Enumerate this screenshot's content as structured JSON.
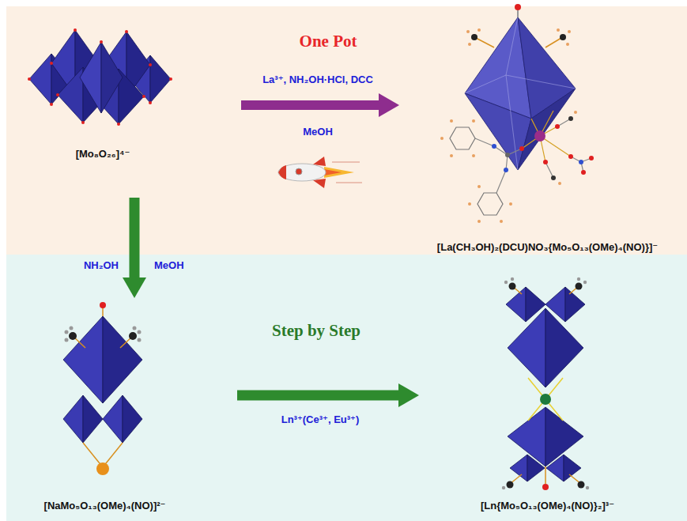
{
  "diagram": {
    "nodes": [
      {
        "text": [
          "[Mo₈O₂₆]⁴⁻"
        ]
      },
      {
        "text": [
          "[La(CH₃OH)₂(DCU)NO₃{Mo₅O₁₃(OMe)₄(NO)}]⁻"
        ]
      },
      {
        "text": [
          "[NaMo₅O₁₃(OMe)₄(NO)]²⁻"
        ]
      },
      {
        "text": [
          "[Ln{Mo₅O₁₃(OMe)₄(NO)}₂]³⁻"
        ]
      }
    ],
    "edges": [
      {
        "from": 0,
        "to": 1,
        "arrow": "to",
        "label": "La³⁺, NH₂OH·HCl, DCC"
      },
      {
        "from": 0,
        "to": 2,
        "arrow": "to",
        "label": "NH₂OH"
      },
      {
        "from": 2,
        "to": 3,
        "arrow": "to",
        "label": "Ln³⁺(Ce³⁺, Eu³⁺)"
      }
    ],
    "labels": [
      "One Pot",
      "MeOH",
      "MeOH",
      "Step by Step"
    ]
  }
}
